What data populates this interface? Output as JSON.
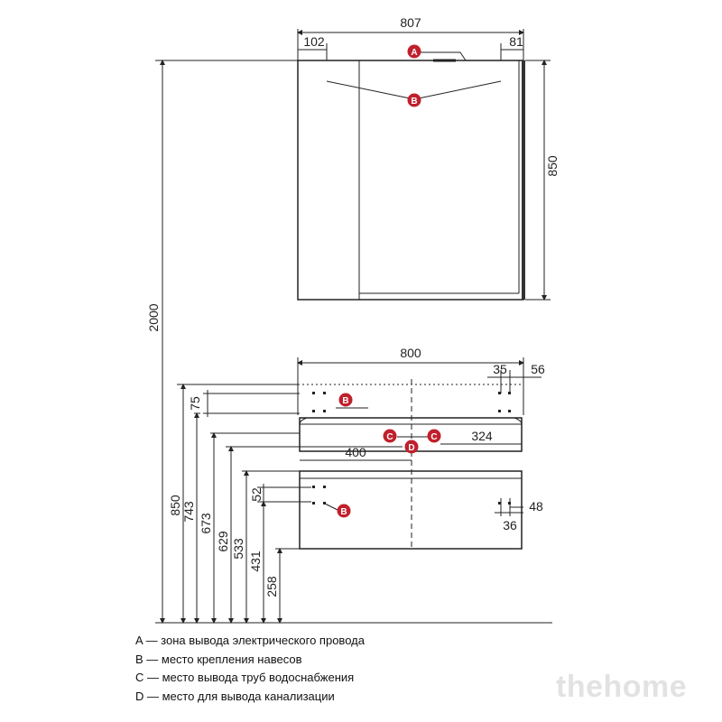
{
  "dimensions": {
    "mirror_width": "807",
    "mirror_left_offset": "102",
    "mirror_right_offset": "81",
    "mirror_height": "850",
    "total_height": "2000",
    "vanity_width": "800",
    "right_35": "35",
    "right_56": "56",
    "h_75": "75",
    "h_850": "850",
    "h_743": "743",
    "h_673": "673",
    "h_629": "629",
    "h_533": "533",
    "h_431": "431",
    "h_258": "258",
    "h_52": "52",
    "dim_324": "324",
    "dim_400": "400",
    "dim_48": "48",
    "dim_36": "36"
  },
  "markers": {
    "a": "A",
    "b": "B",
    "c": "C",
    "d": "D"
  },
  "legend": {
    "a": "A — зона вывода электрического провода",
    "b": "B — место крепления навесов",
    "c": "C — место вывода труб водоснабжения",
    "d": "D — место для вывода канализации"
  },
  "watermark": "thehome",
  "colors": {
    "marker": "#c0202c",
    "line": "#222222"
  }
}
